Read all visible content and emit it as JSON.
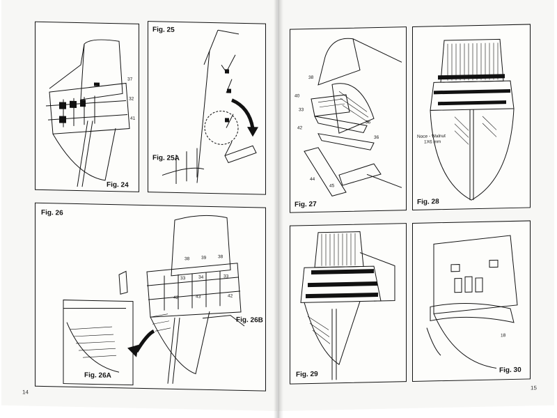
{
  "left_page": {
    "page_number": "14",
    "fig24": {
      "caption": "Fig. 24",
      "labels": [
        "37",
        "32",
        "41"
      ]
    },
    "fig25": {
      "caption_top": "Fig. 25",
      "caption_sub": "Fig. 25A"
    },
    "fig26": {
      "caption": "Fig. 26",
      "inset_caption": "Fig. 26A",
      "sub_caption": "Fig. 26B",
      "labels": [
        "38",
        "39",
        "38",
        "33",
        "34",
        "33",
        "42",
        "43",
        "42"
      ]
    }
  },
  "right_page": {
    "page_number": "15",
    "fig27": {
      "caption": "Fig. 27",
      "labels": [
        "38",
        "40",
        "33",
        "42",
        "35",
        "36",
        "44",
        "45"
      ]
    },
    "fig28": {
      "caption": "Fig. 28",
      "note_line1": "Noce - Walnut",
      "note_line2": "1X6 mm"
    },
    "fig29": {
      "caption": "Fig. 29"
    },
    "fig30": {
      "caption": "Fig. 30",
      "labels": [
        "18"
      ]
    }
  }
}
